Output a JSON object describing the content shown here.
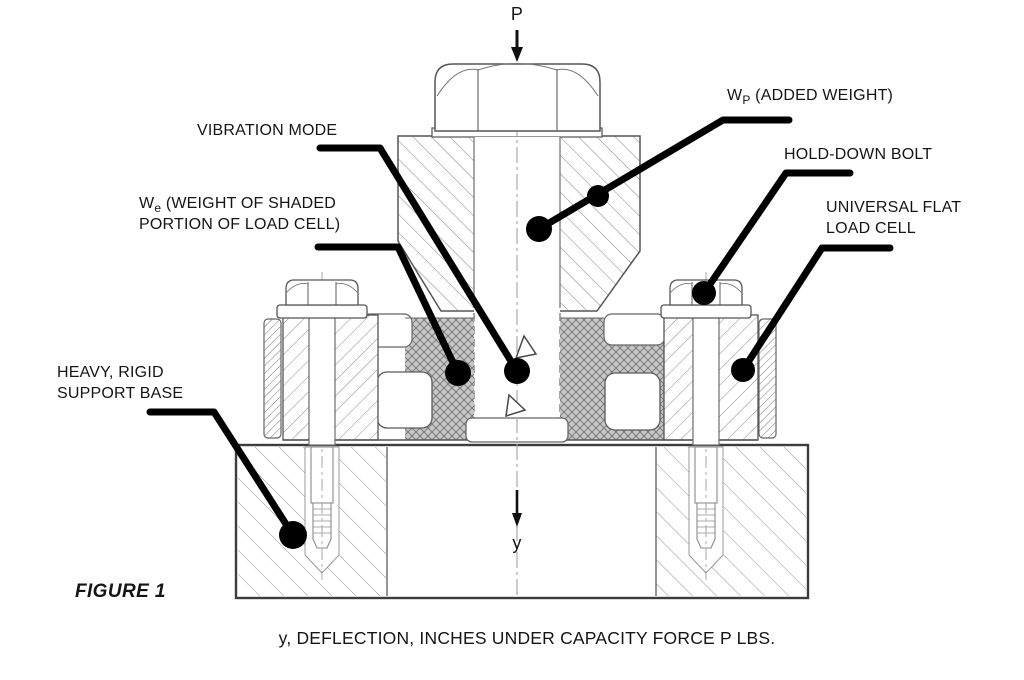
{
  "figure": {
    "label": "FIGURE 1",
    "caption": "y, DEFLECTION, INCHES UNDER CAPACITY FORCE P LBS."
  },
  "symbols": {
    "applied_force": "P",
    "deflection": "y"
  },
  "annotations": {
    "vibration_mode": {
      "text": "VIBRATION MODE"
    },
    "weight_shaded": {
      "main": "W",
      "sub": "e",
      "rest": " (WEIGHT OF SHADED",
      "line2": "PORTION OF LOAD CELL)"
    },
    "heavy_base": {
      "line1": "HEAVY, RIGID",
      "line2": "SUPPORT BASE"
    },
    "added_weight": {
      "main": "W",
      "sub": "P",
      "rest": " (ADDED WEIGHT)"
    },
    "hold_down_bolt": {
      "text": "HOLD-DOWN BOLT"
    },
    "universal_cell": {
      "line1": "UNIVERSAL FLAT",
      "line2": "LOAD CELL"
    }
  },
  "colors": {
    "ink": "#000000",
    "drawing_line": "#4f4f4f",
    "shaded_portion": "#c7c7c7",
    "background": "#ffffff"
  }
}
